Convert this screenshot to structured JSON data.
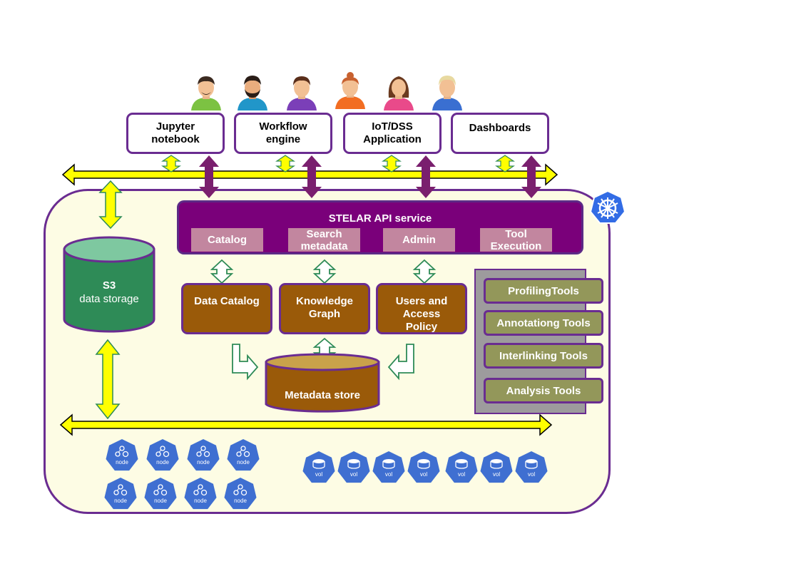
{
  "apps": {
    "jupyter": "Jupyter\nnotebook",
    "workflow": "Workflow\nengine",
    "iot": "IoT/DSS\nApplication",
    "dashboards": "Dashboards"
  },
  "api": {
    "title": "STELAR API service",
    "catalog": "Catalog",
    "search": "Search\nmetadata",
    "admin": "Admin",
    "tool": "Tool\nExecution"
  },
  "storage": {
    "s3_title": "S3",
    "s3_sub": "data storage"
  },
  "components": {
    "data_catalog": "Data Catalog",
    "knowledge_graph": "Knowledge\nGraph",
    "users_access": "Users and\nAccess\nPolicy",
    "metadata_store": "Metadata store"
  },
  "tools": [
    "ProfilingTools",
    "Annotationg Tools",
    "Interlinking Tools",
    "Analysis Tools"
  ],
  "k8s": {
    "node_label": "node",
    "vol_label": "vol"
  },
  "colors": {
    "frame_border": "#6a2c91",
    "frame_fill": "#fdfce4",
    "api_fill": "#7a007a",
    "api_sub_fill": "#c2869f",
    "brown": "#9a5a09",
    "green": "#2e8b57",
    "yellow_arrow": "#ffff00",
    "k8s_blue": "#3f6fd1"
  }
}
